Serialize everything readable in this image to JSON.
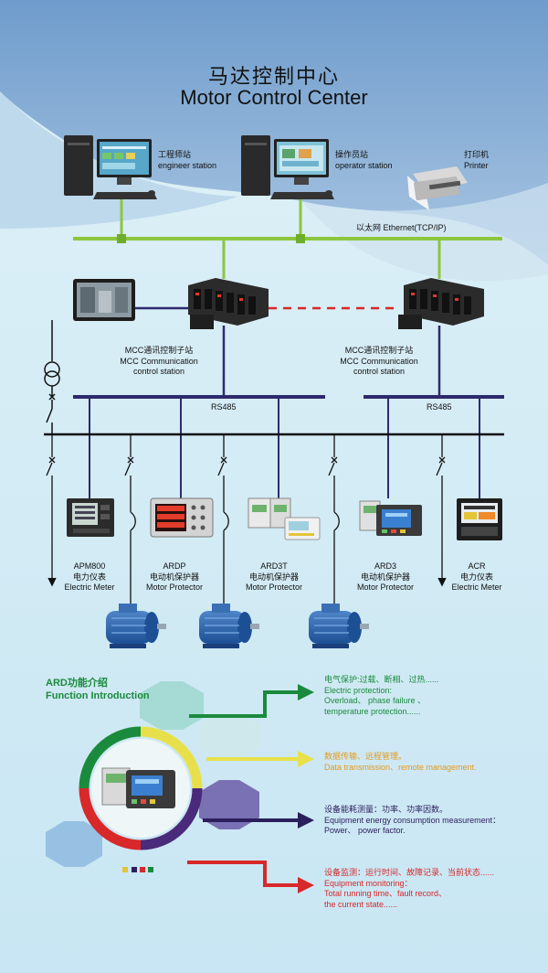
{
  "title": {
    "cn": "马达控制中心",
    "en": "Motor Control Center"
  },
  "stations": {
    "engineer": {
      "cn": "工程师站",
      "en": "engineer station"
    },
    "operator": {
      "cn": "操作员站",
      "en": "operator station"
    },
    "printer": {
      "cn": "打印机",
      "en": "Printer"
    }
  },
  "ethernet_label": "以太网 Ethernet(TCP/IP)",
  "mcc_station": {
    "cn": "MCC通讯控制子站",
    "en1": "MCC Communication",
    "en2": "control station"
  },
  "rs485_label": "RS485",
  "devices": [
    {
      "model": "APM800",
      "cn": "电力仪表",
      "en": "Electric Meter"
    },
    {
      "model": "ARDP",
      "cn": "电动机保护器",
      "en": "Motor Protector"
    },
    {
      "model": "ARD3T",
      "cn": "电动机保护器",
      "en": "Motor Protector"
    },
    {
      "model": "ARD3",
      "cn": "电动机保护器",
      "en": "Motor Protector"
    },
    {
      "model": "ACR",
      "cn": "电力仪表",
      "en": "Electric Meter"
    }
  ],
  "functions": {
    "heading_cn": "ARD功能介绍",
    "heading_en": "Function Introduction",
    "items": [
      {
        "color": "#1a8a3c",
        "lines": [
          "电气保护:过载、断相、过热......",
          "Electric protection:",
          "Overload、 phase failure 、",
          "temperature protection......"
        ]
      },
      {
        "color": "#e49a1e",
        "lines": [
          "数据传输、远程管理。",
          "Data transmission、remote management."
        ]
      },
      {
        "color": "#2b1f5c",
        "lines": [
          "设备能耗测量：功率、功率因数。",
          "Equipment energy consumption measurement：",
          "Power、 power factor."
        ]
      },
      {
        "color": "#d8282a",
        "lines": [
          "设备监测：运行时间、故障记录、当前状态......",
          "Equipment monitoring：",
          "Total running time、fault record、",
          "the current state......"
        ]
      }
    ]
  },
  "colors": {
    "ethernet": "#8cc63f",
    "rs485": "#2e2a6e",
    "mcc_link": "#d8282a",
    "busbar": "#111111",
    "ring": [
      "#1a8a3c",
      "#e8e04a",
      "#4a2a7a",
      "#d8282a"
    ]
  }
}
